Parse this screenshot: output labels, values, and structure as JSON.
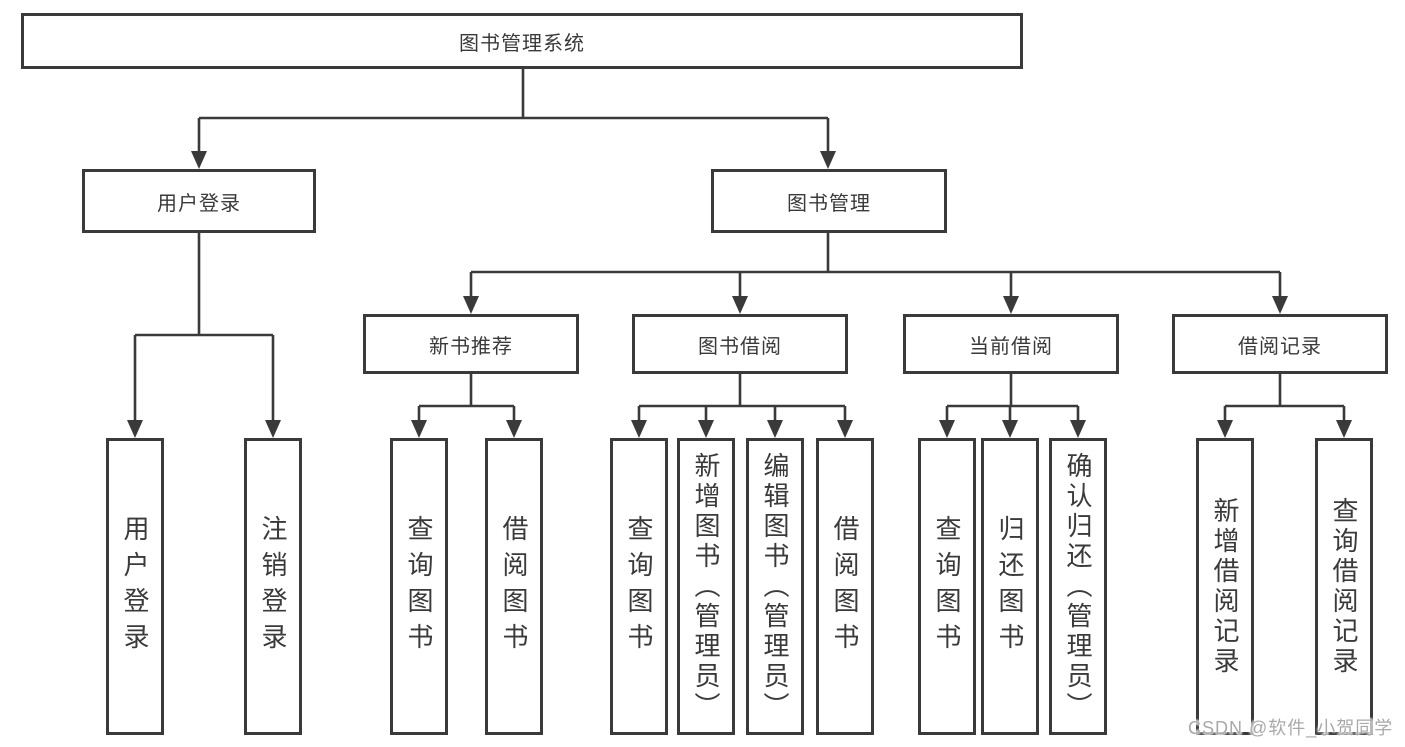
{
  "colors": {
    "line": "#3a3a3a",
    "text": "#3a3a3a",
    "background": "#ffffff",
    "watermark": "#a9a9a9"
  },
  "watermark": "CSDN @软件_小贺同学",
  "diagram": {
    "root": {
      "label": "图书管理系统"
    },
    "level2": [
      {
        "label": "用户登录"
      },
      {
        "label": "图书管理"
      }
    ],
    "level3": [
      {
        "label": "新书推荐"
      },
      {
        "label": "图书借阅"
      },
      {
        "label": "当前借阅"
      },
      {
        "label": "借阅记录"
      }
    ],
    "leaves": [
      {
        "label": "用户登录"
      },
      {
        "label": "注销登录"
      },
      {
        "label": "查询图书"
      },
      {
        "label": "借阅图书"
      },
      {
        "label": "查询图书"
      },
      {
        "label": "新增图书（管理员）"
      },
      {
        "label": "编辑图书（管理员）"
      },
      {
        "label": "借阅图书"
      },
      {
        "label": "查询图书"
      },
      {
        "label": "归还图书"
      },
      {
        "label": "确认归还（管理员）"
      },
      {
        "label": "新增借阅记录"
      },
      {
        "label": "查询借阅记录"
      }
    ]
  }
}
